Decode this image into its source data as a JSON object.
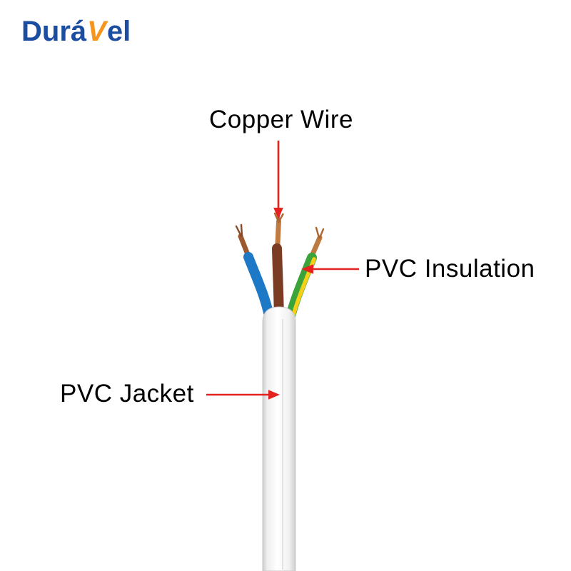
{
  "logo": {
    "part1": "Durá",
    "part2": "V",
    "part3": "el"
  },
  "annotations": {
    "copper_wire": "Copper Wire",
    "pvc_insulation": "PVC Insulation",
    "pvc_jacket": "PVC Jacket"
  },
  "colors": {
    "logo_blue": "#1b4da0",
    "logo_orange": "#f7941d",
    "arrow_red": "#e42320",
    "text_black": "#000000",
    "jacket_white": "#f7f7f7",
    "jacket_edge": "#c9c9c9",
    "wire_blue": "#1d79c6",
    "wire_brown": "#7b3c24",
    "wire_green": "#3aa33a",
    "wire_yellow": "#f4d018",
    "copper": "#c07b42"
  }
}
